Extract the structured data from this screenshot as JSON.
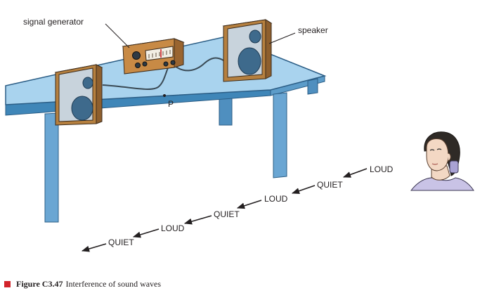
{
  "labels": {
    "signal_generator": "signal generator",
    "speaker": "speaker",
    "point": "P"
  },
  "wave_pattern": [
    "LOUD",
    "QUIET",
    "LOUD",
    "QUIET",
    "LOUD",
    "QUIET"
  ],
  "caption": {
    "figure_number": "Figure C3.47",
    "text": "Interference of sound waves"
  },
  "colors": {
    "table_top": "#a9d3ee",
    "table_legs": "#4f8fbf",
    "speaker_cabinet": "#b6803f",
    "speaker_cone": "#3e6a8c",
    "generator_body": "#c88a45",
    "caption_marker": "#d2232a"
  }
}
